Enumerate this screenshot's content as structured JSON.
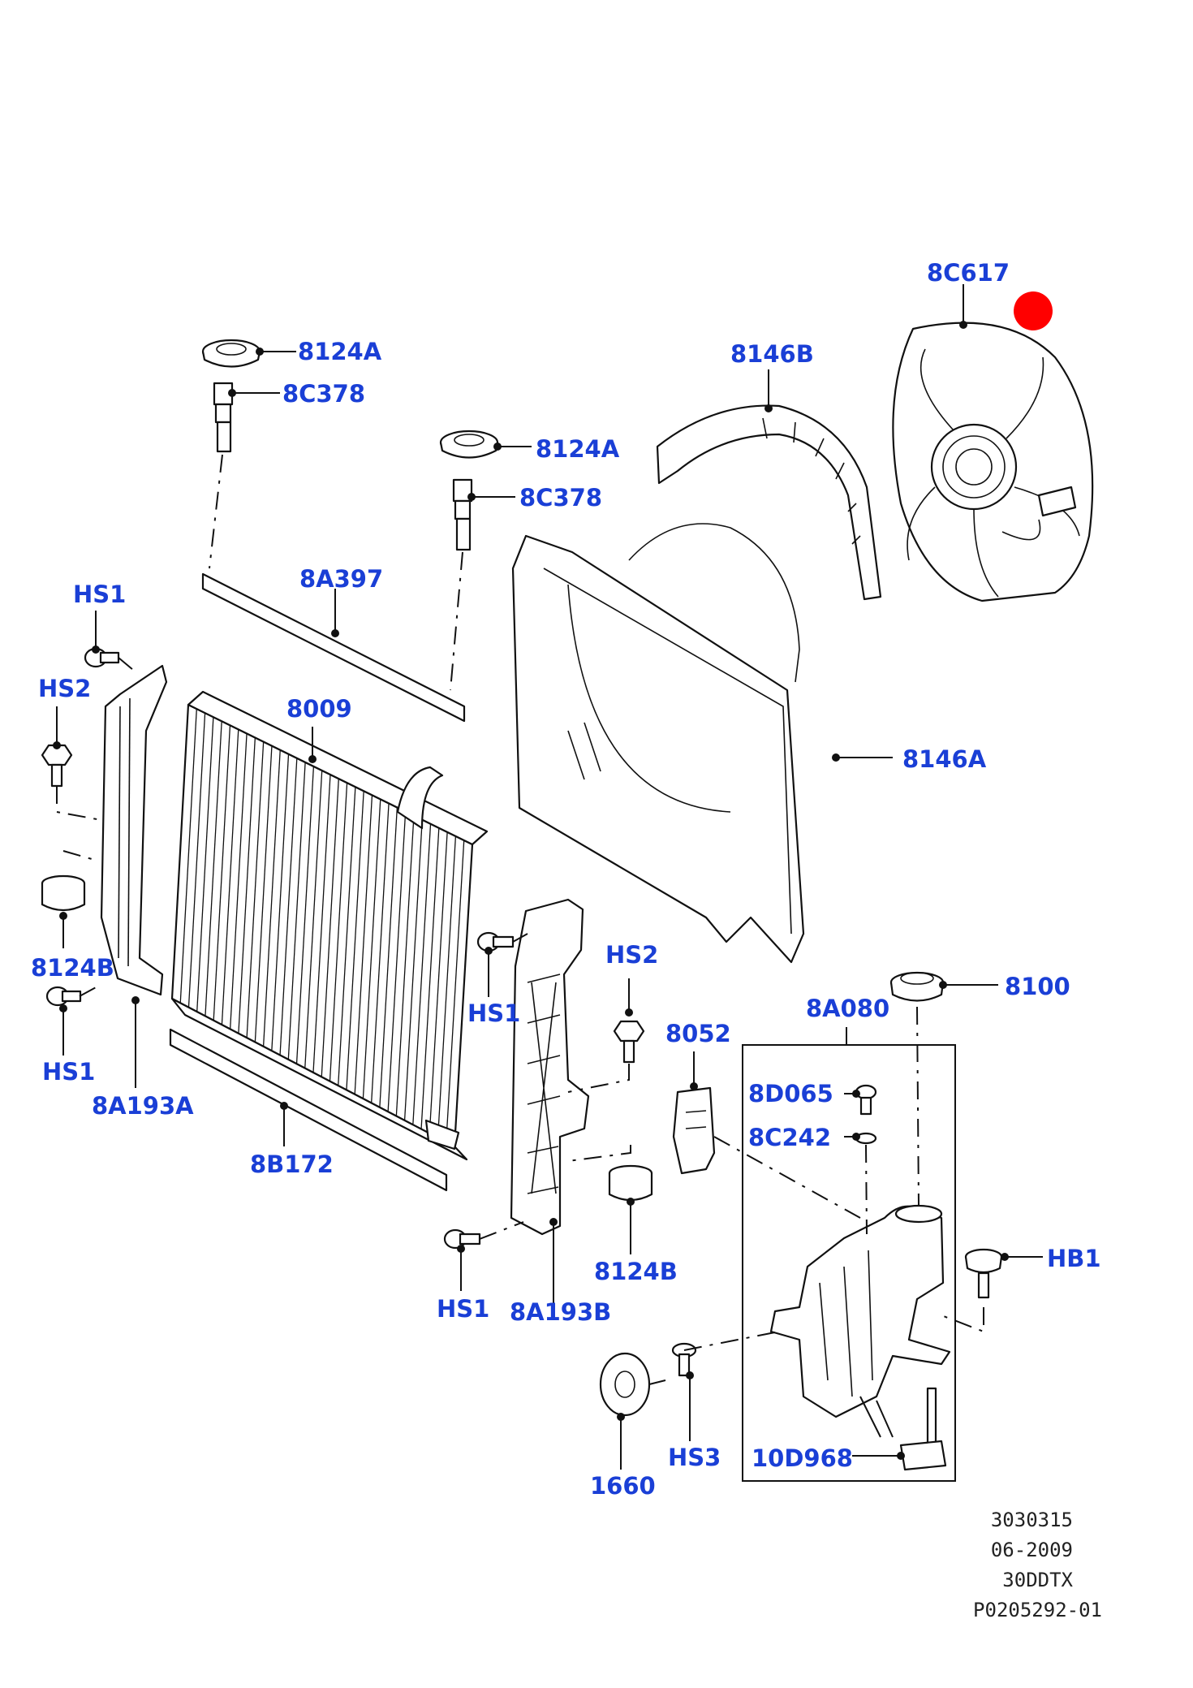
{
  "diagram": {
    "callouts": [
      {
        "id": "c1",
        "text": "8124A"
      },
      {
        "id": "c2",
        "text": "8C378"
      },
      {
        "id": "c3",
        "text": "8124A"
      },
      {
        "id": "c4",
        "text": "8C378"
      },
      {
        "id": "c5",
        "text": "8146B"
      },
      {
        "id": "c6",
        "text": "8C617"
      },
      {
        "id": "c7",
        "text": "8A397"
      },
      {
        "id": "c8",
        "text": "HS1"
      },
      {
        "id": "c9",
        "text": "HS2"
      },
      {
        "id": "c10",
        "text": "8009"
      },
      {
        "id": "c11",
        "text": "8146A"
      },
      {
        "id": "c12",
        "text": "8124B"
      },
      {
        "id": "c13",
        "text": "HS1"
      },
      {
        "id": "c14",
        "text": "8A193A"
      },
      {
        "id": "c15",
        "text": "HS1"
      },
      {
        "id": "c16",
        "text": "HS2"
      },
      {
        "id": "c17",
        "text": "8100"
      },
      {
        "id": "c18",
        "text": "8A080"
      },
      {
        "id": "c19",
        "text": "8052"
      },
      {
        "id": "c20",
        "text": "8D065"
      },
      {
        "id": "c21",
        "text": "8C242"
      },
      {
        "id": "c22",
        "text": "8B172"
      },
      {
        "id": "c23",
        "text": "8124B"
      },
      {
        "id": "c24",
        "text": "HB1"
      },
      {
        "id": "c25",
        "text": "HS1"
      },
      {
        "id": "c26",
        "text": "8A193B"
      },
      {
        "id": "c27",
        "text": "HS3"
      },
      {
        "id": "c28",
        "text": "10D968"
      },
      {
        "id": "c29",
        "text": "1660"
      }
    ],
    "reference": {
      "line1": "3030315",
      "line2": "06-2009",
      "line3": "30DDTX",
      "line4": "P0205292-01"
    },
    "colors": {
      "callout": "#1a3fd6",
      "line": "#111111",
      "marker": "#ff0000"
    }
  }
}
